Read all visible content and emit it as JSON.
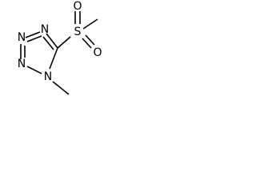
{
  "molecule": {
    "atoms": {
      "n1": "N",
      "n2": "N",
      "n3": "N",
      "n4": "N",
      "s": "S",
      "o1": "O",
      "o2": "O"
    },
    "bond_color": "#000000",
    "background_color": "#ffffff"
  }
}
